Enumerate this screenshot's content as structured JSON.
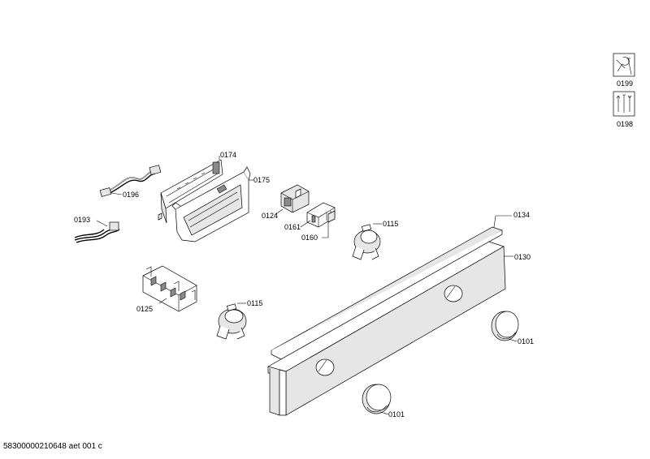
{
  "footer": {
    "doc_id": "58300000210648 aet 001 c"
  },
  "service_icons": [
    {
      "icon": "wrench-screw-icon",
      "code": "0199"
    },
    {
      "icon": "tools-set-icon",
      "code": "0198"
    }
  ],
  "callouts": {
    "c0174": "0174",
    "c0175": "0175",
    "c0196": "0196",
    "c0193": "0193",
    "c0124": "0124",
    "c0161": "0161",
    "c0160": "0160",
    "c0115a": "0115",
    "c0134": "0134",
    "c0130": "0130",
    "c0125": "0125",
    "c0115b": "0115",
    "c0101a": "0101",
    "c0101b": "0101"
  }
}
